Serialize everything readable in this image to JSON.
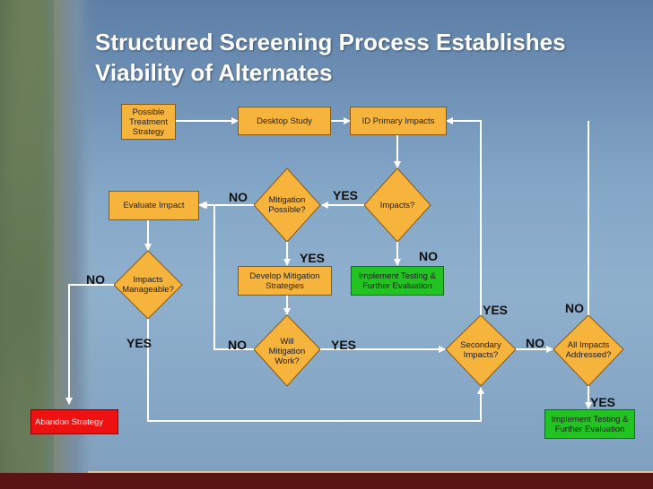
{
  "title": {
    "line1": "Structured Screening Process Establishes",
    "line2": "Viability of Alternates"
  },
  "boxes": {
    "possible_treatment": "Possible Treatment Strategy",
    "desktop_study": "Desktop Study",
    "id_primary_impacts": "ID Primary Impacts",
    "evaluate_impact": "Evaluate Impact",
    "develop_mitigation": "Develop Mitigation Strategies",
    "implement_testing_1": "Implement Testing & Further Evaluation",
    "abandon_strategy": "Abandon Strategy",
    "implement_testing_2": "Implement Testing & Further Evaluation"
  },
  "decisions": {
    "mitigation_possible": "Mitigation Possible?",
    "impacts": "Impacts?",
    "impacts_manageable": "Impacts Manageable?",
    "will_mitigation_work": "Will Mitigation Work?",
    "secondary_impacts": "Secondary Impacts?",
    "all_impacts_addressed": "All Impacts Addressed?"
  },
  "labels": {
    "no_mitigation": "NO",
    "yes_mitigation_impacts": "YES",
    "yes_mitigation_down": "YES",
    "no_impacts": "NO",
    "no_manageable": "NO",
    "yes_manageable": "YES",
    "no_will_work": "NO",
    "yes_will_work": "YES",
    "yes_secondary": "YES",
    "no_secondary": "NO",
    "no_all_addressed": "NO",
    "yes_all_addressed": "YES"
  },
  "colors": {
    "process_box": "#f7b43c",
    "decision": "#f7b43c",
    "implement_box": "#22c322",
    "abandon_box": "#ee1111",
    "arrow": "#ffffff",
    "footer": "#5b1414"
  }
}
